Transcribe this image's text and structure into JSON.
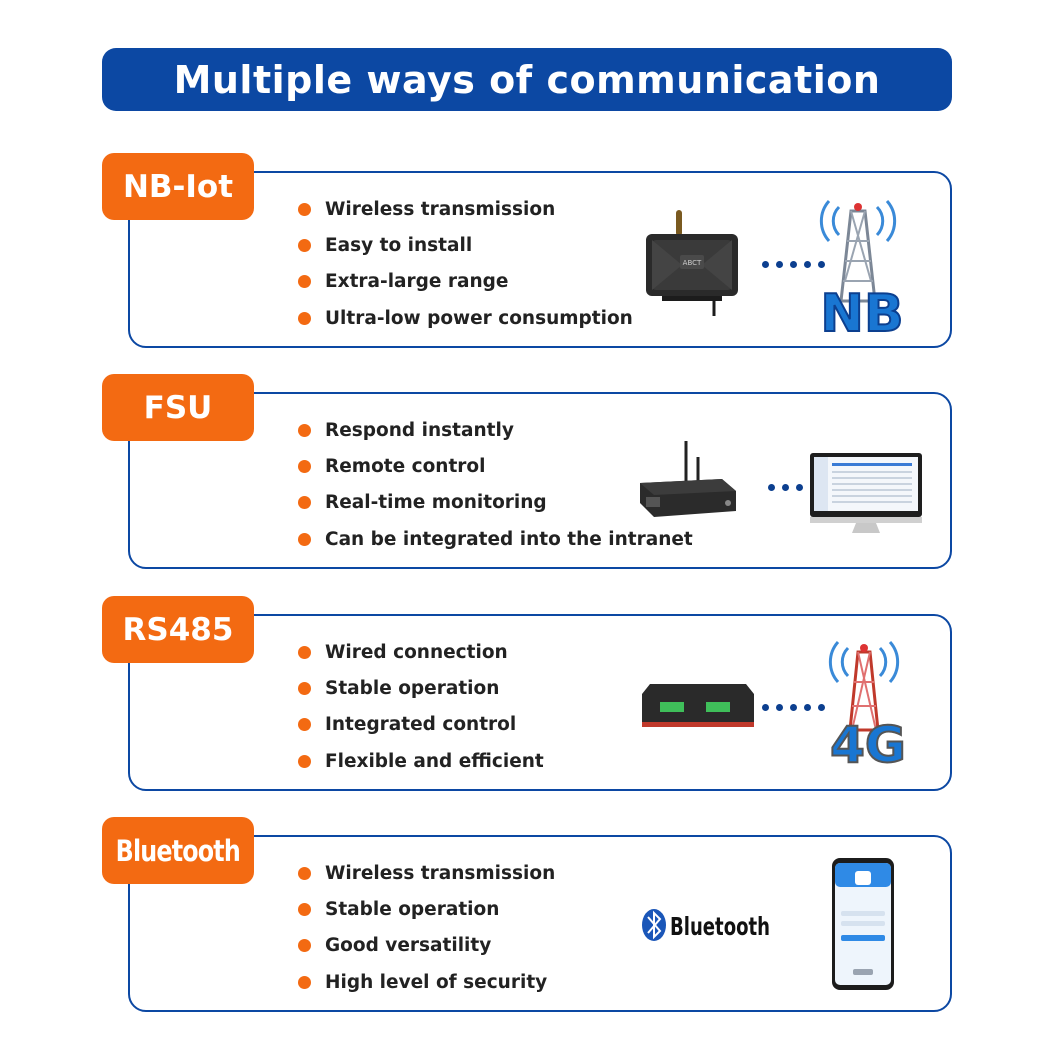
{
  "title": "Multiple ways of communication",
  "sections": [
    {
      "tag": "NB-Iot",
      "features": [
        "Wireless transmission",
        "Easy to install",
        "Extra-large range",
        "Ultra-low power consumption"
      ],
      "device_label": "ABCT",
      "badge": "NB"
    },
    {
      "tag": "FSU",
      "features": [
        "Respond instantly",
        "Remote control",
        "Real-time monitoring",
        "Can be integrated into the intranet"
      ]
    },
    {
      "tag": "RS485",
      "features": [
        "Wired connection",
        "Stable operation",
        "Integrated control",
        "Flexible and efficient"
      ],
      "badge": "4G"
    },
    {
      "tag": "Bluetooth",
      "features": [
        "Wireless transmission",
        "Stable operation",
        "Good versatility",
        "High level of security"
      ],
      "logo_text": "Bluetooth"
    }
  ],
  "colors": {
    "blue": "#0c48a3",
    "orange": "#f36a12",
    "text": "#222222"
  }
}
